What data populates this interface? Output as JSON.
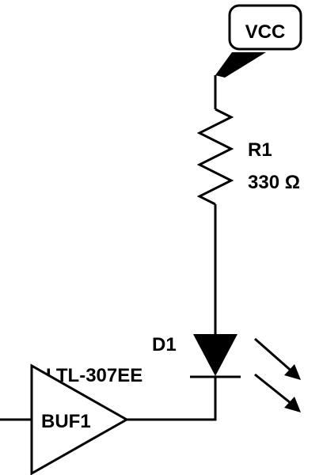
{
  "power_port": {
    "label": "VCC"
  },
  "resistor": {
    "ref": "R1",
    "value": "330 Ω"
  },
  "diode": {
    "ref": "D1",
    "part": "LTL-307EE"
  },
  "buffer": {
    "ref": "BUF1"
  },
  "colors": {
    "ink": "#000000",
    "background": "#ffffff"
  }
}
